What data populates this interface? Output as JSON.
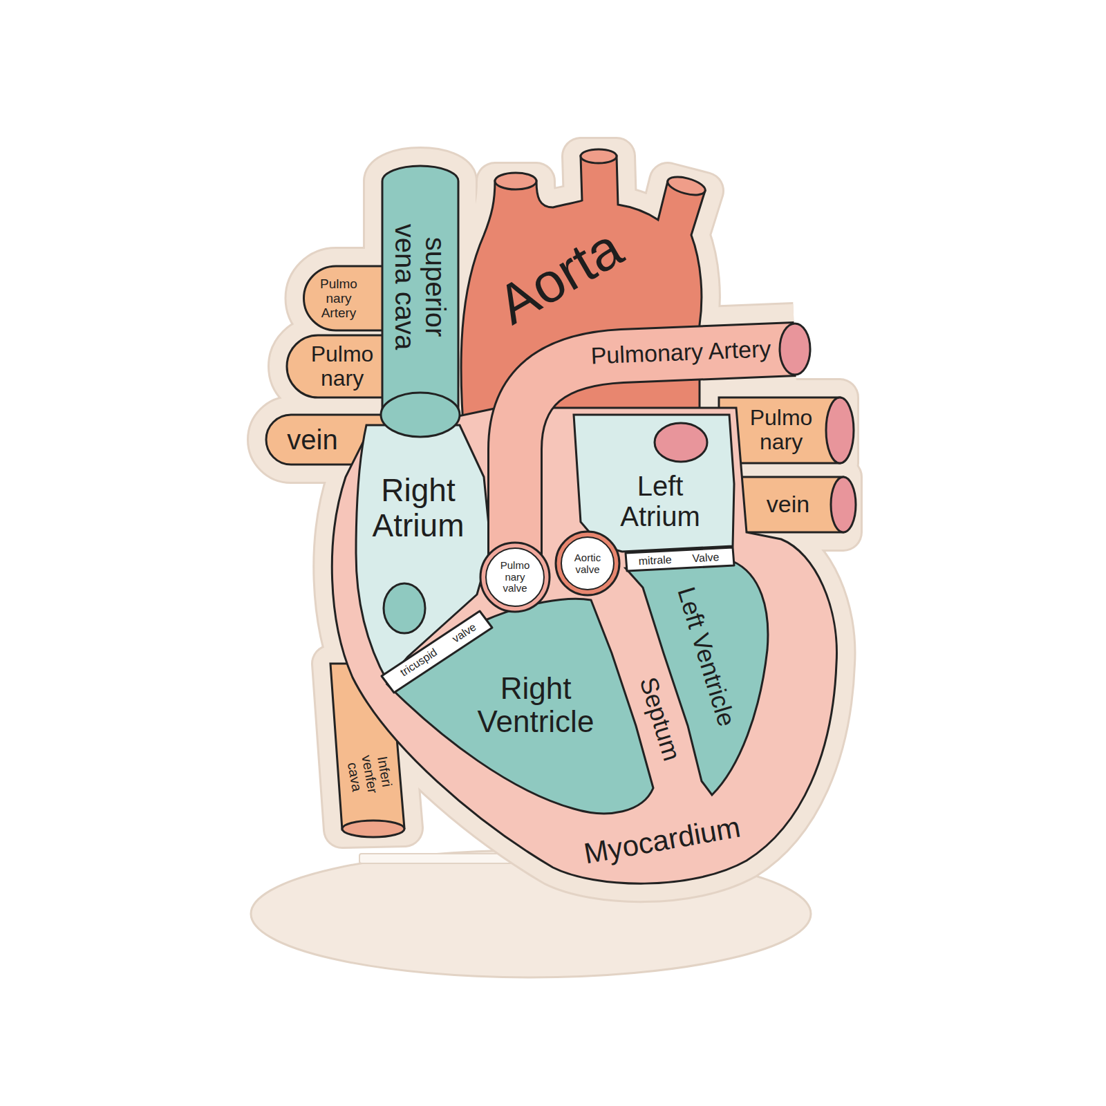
{
  "diagram": {
    "nodes": [
      {
        "text": [
          "superior vena cava"
        ]
      },
      {
        "text": [
          "Aorta"
        ]
      },
      {
        "text": [
          "Pulmo nary Artery"
        ]
      },
      {
        "text": [
          "Pulmonary Artery"
        ]
      },
      {
        "text": [
          "Pulmo nary"
        ]
      },
      {
        "text": [
          "Pulmo nary"
        ]
      },
      {
        "text": [
          "vein"
        ]
      },
      {
        "text": [
          "Right Atrium"
        ]
      },
      {
        "text": [
          "Left Atrium"
        ]
      },
      {
        "text": [
          "vein"
        ]
      },
      {
        "text": [
          "Pulmo nary",
          "valve"
        ]
      },
      {
        "text": [
          "Aortic",
          "valve"
        ]
      },
      {
        "text": [
          "mitrale",
          "Valve"
        ]
      },
      {
        "text": [
          "tricuspid",
          "valve"
        ]
      },
      {
        "text": [
          "Right Ventricle"
        ]
      },
      {
        "text": [
          "Septum"
        ]
      },
      {
        "text": [
          "Left Ventricle"
        ]
      },
      {
        "text": [
          "Myocardium"
        ]
      },
      {
        "text": [
          "Inferi venfer cava"
        ]
      }
    ]
  }
}
